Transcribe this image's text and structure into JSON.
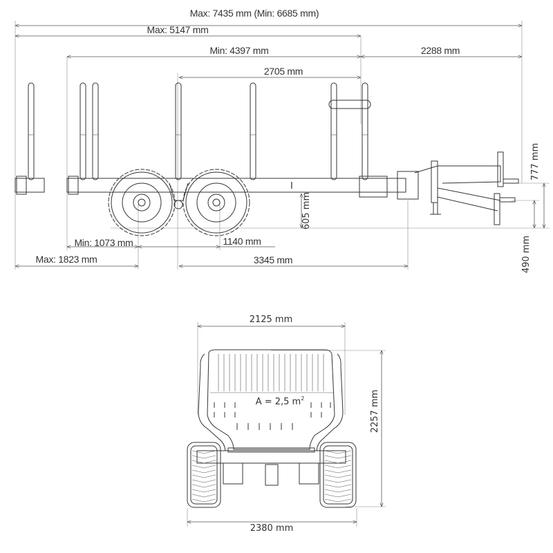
{
  "side_view": {
    "dimensions": {
      "overall_length": "Max: 7435 mm (Min: 6685 mm)",
      "crane_max": "Max: 5147 mm",
      "crane_min": "Min: 4397 mm",
      "drawbar": "2288 mm",
      "bunk_span": "2705 mm",
      "ground_clearance": "605 mm",
      "hitch_height_upper": "777 mm",
      "hitch_height_lower": "490 mm",
      "rear_overhang_min": "Min: 1073 mm",
      "axle_spacing": "1140 mm",
      "rear_overhang_max": "Max: 1823 mm",
      "axle_to_hitch": "3345 mm"
    }
  },
  "front_view": {
    "dimensions": {
      "bunk_width": "2125 mm",
      "overall_width": "2380 mm",
      "overall_height": "2257 mm"
    },
    "area_label": "A = 2,5 m",
    "area_superscript": "2"
  }
}
